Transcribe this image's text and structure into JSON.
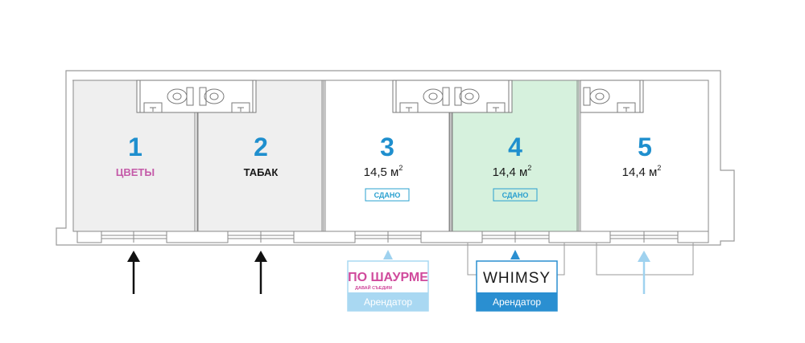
{
  "units": [
    {
      "number": "1",
      "label": "ЦВЕТЫ",
      "area": "",
      "area_unit": "",
      "status": "",
      "fill": "#efefef",
      "label_color": "#c45aa8",
      "arrow_color": "#111111"
    },
    {
      "number": "2",
      "label": "ТАБАК",
      "area": "",
      "area_unit": "",
      "status": "",
      "fill": "#efefef",
      "label_color": "#1a1a1a",
      "arrow_color": "#111111"
    },
    {
      "number": "3",
      "label": "",
      "area": "14,5 м",
      "area_unit": "2",
      "status": "СДАНО",
      "fill": "#ffffff",
      "label_color": "#1a1a1a",
      "arrow_color": "#9fd2ef"
    },
    {
      "number": "4",
      "label": "",
      "area": "14,4 м",
      "area_unit": "2",
      "status": "СДАНО",
      "fill": "#d6f1dd",
      "label_color": "#1a1a1a",
      "arrow_color": "#2a8fd1"
    },
    {
      "number": "5",
      "label": "",
      "area": "14,4 м",
      "area_unit": "2",
      "status": "",
      "fill": "#ffffff",
      "label_color": "#1a1a1a",
      "arrow_color": "#9fd2ef"
    }
  ],
  "tenants": [
    {
      "unit": "3",
      "logo_main": "ПО ШАУРМЕ",
      "logo_sub": "ДАВАЙ СЪЕДИМ",
      "caption": "Арендатор",
      "accent": "#a9d8f2",
      "logo_color": "#d04a9c"
    },
    {
      "unit": "4",
      "logo_main": "WHIMSY",
      "logo_sub": "",
      "caption": "Арендатор",
      "accent": "#2a8fd1",
      "logo_color": "#1a1a1a"
    }
  ],
  "colors": {
    "number": "#1f8fce",
    "status": "#2aa0cf",
    "wall": "#8a8a8a"
  }
}
